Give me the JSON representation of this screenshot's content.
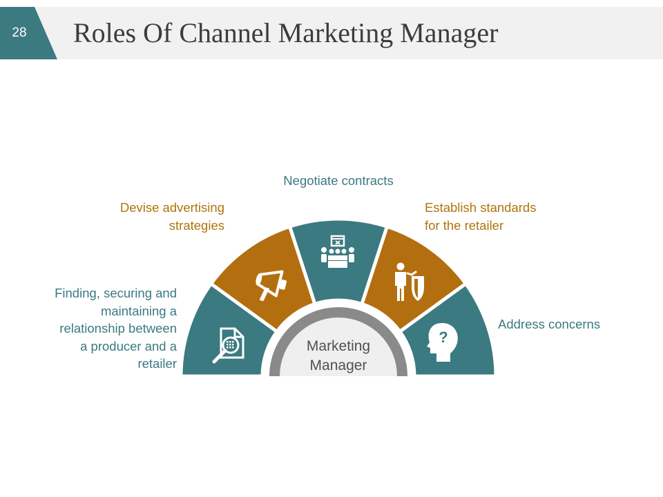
{
  "slide": {
    "page_number": "28",
    "title": "Roles Of Channel Marketing Manager"
  },
  "colors": {
    "teal": "#3b7a80",
    "gold": "#b36f0f",
    "ring": "#8a8a8a",
    "center_fill": "#efefef",
    "header_bg": "#f1f1f1"
  },
  "diagram": {
    "center_label_line1": "Marketing",
    "center_label_line2": "Manager",
    "segments": [
      {
        "color": "teal",
        "icon": "document-search-icon",
        "label_lines": [
          "Finding, securing and",
          "maintaining a",
          "relationship between",
          "a producer and a",
          "retailer"
        ]
      },
      {
        "color": "gold",
        "icon": "megaphone-icon",
        "label_lines": [
          "Devise advertising",
          "strategies"
        ]
      },
      {
        "color": "teal",
        "icon": "meeting-table-icon",
        "label_lines": [
          "Negotiate contracts"
        ]
      },
      {
        "color": "gold",
        "icon": "person-shield-icon",
        "label_lines": [
          "Establish standards",
          "for the retailer"
        ]
      },
      {
        "color": "teal",
        "icon": "head-question-icon",
        "label_lines": [
          "Address concerns"
        ]
      }
    ]
  }
}
